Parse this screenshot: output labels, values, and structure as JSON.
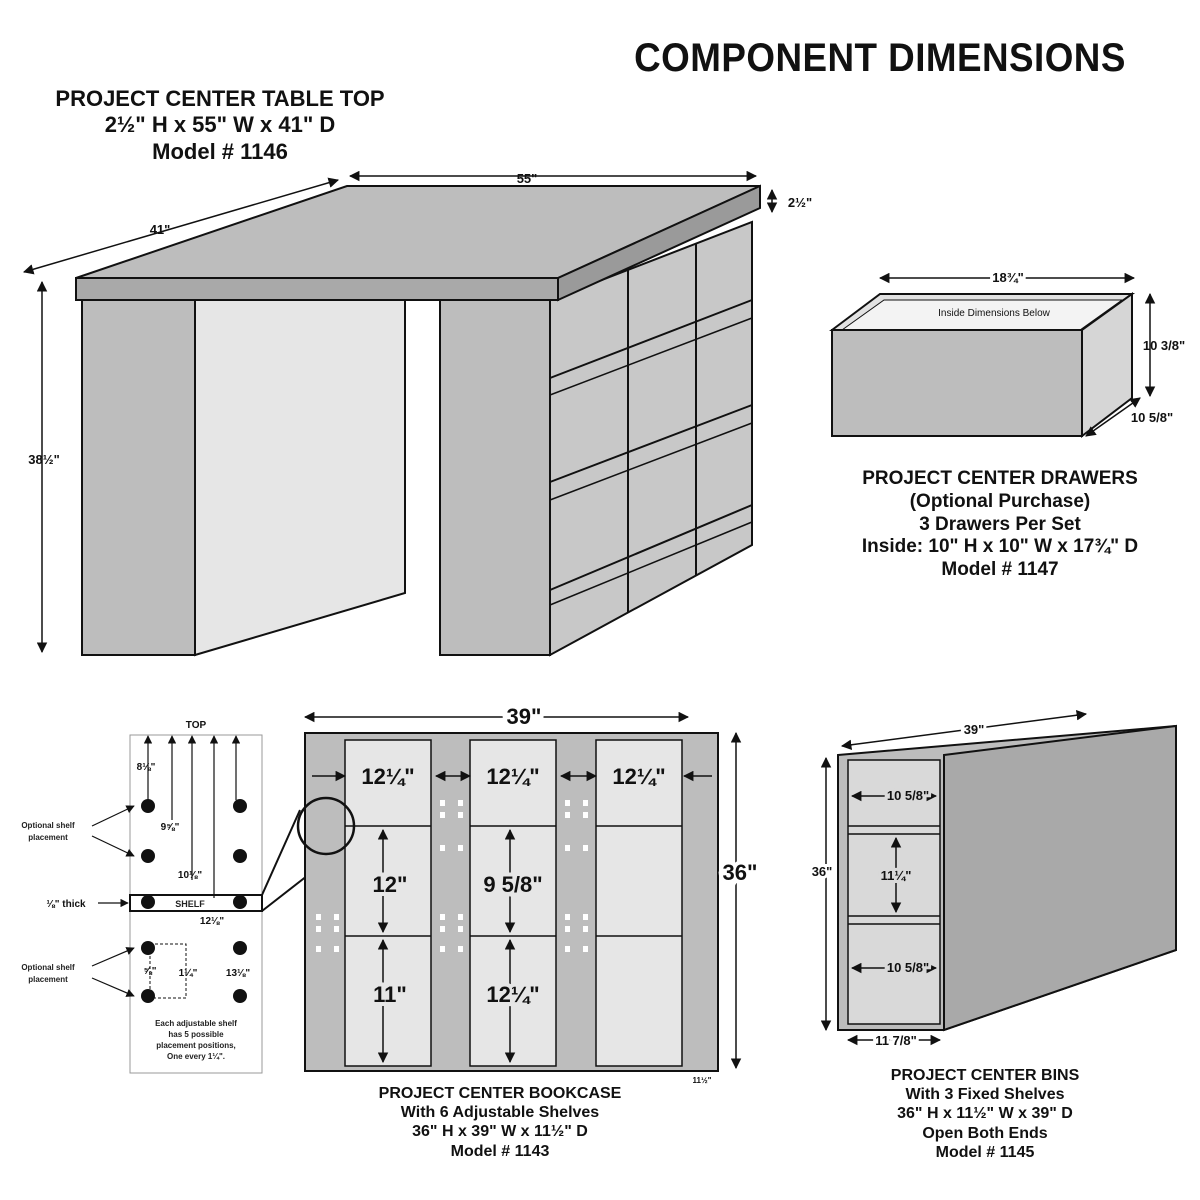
{
  "title": "COMPONENT DIMENSIONS",
  "table_top": {
    "caption": [
      "PROJECT CENTER TABLE TOP",
      "2½\" H x 55\" W x 41\" D",
      "Model # 1146"
    ],
    "dims": {
      "width": "55\"",
      "depth": "41\"",
      "thickness": "2½\"",
      "height": "38½\""
    }
  },
  "drawers": {
    "caption": [
      "PROJECT CENTER DRAWERS",
      "(Optional Purchase)",
      "3 Drawers Per Set",
      "Inside: 10\" H x 10\" W x 17¾\" D",
      "Model # 1147"
    ],
    "inside_label": "Inside Dimensions Below",
    "dims": {
      "width": "18¾\"",
      "height": "10 3/8\"",
      "depth": "10 5/8\""
    }
  },
  "shelf_detail": {
    "top_label": "TOP",
    "optional_label": [
      "Optional shelf",
      "placement"
    ],
    "thick_label": "⅛\" thick",
    "shelf_label": "SHELF",
    "dims": [
      "8⅛\"",
      "9⅝\"",
      "10⅛\"",
      "12⅛\"",
      "⅝\"",
      "1¼\"",
      "13⅛\""
    ],
    "note": [
      "Each adjustable shelf",
      "has 5 possible",
      "placement positions,",
      "One every 1¼\"."
    ]
  },
  "bookcase": {
    "caption": [
      "PROJECT CENTER BOOKCASE",
      "With 6 Adjustable Shelves",
      "36\" H x 39\" W x 11½\" D",
      "Model # 1143"
    ],
    "dims": {
      "width": "39\"",
      "height": "36\"",
      "column_widths": [
        "12¼\"",
        "12¼\"",
        "12¼\""
      ],
      "left_heights": [
        "12\"",
        "11\""
      ],
      "middle_heights": [
        "9 5/8\"",
        "12¼\""
      ],
      "corner": "11½\""
    }
  },
  "bins": {
    "caption": [
      "PROJECT CENTER BINS",
      "With 3 Fixed Shelves",
      "36\" H x 11½\" W x 39\" D",
      "Open Both Ends",
      "Model # 1145"
    ],
    "dims": {
      "depth": "39\"",
      "height": "36\"",
      "compartments": [
        "10 5/8\"",
        "11¼\"",
        "10 5/8\""
      ],
      "width": "11 7/8\""
    }
  },
  "colors": {
    "panel": "#bdbdbd",
    "panel_dark": "#8f8f8f",
    "panel_light": "#e6e6e6",
    "line": "#111111"
  }
}
